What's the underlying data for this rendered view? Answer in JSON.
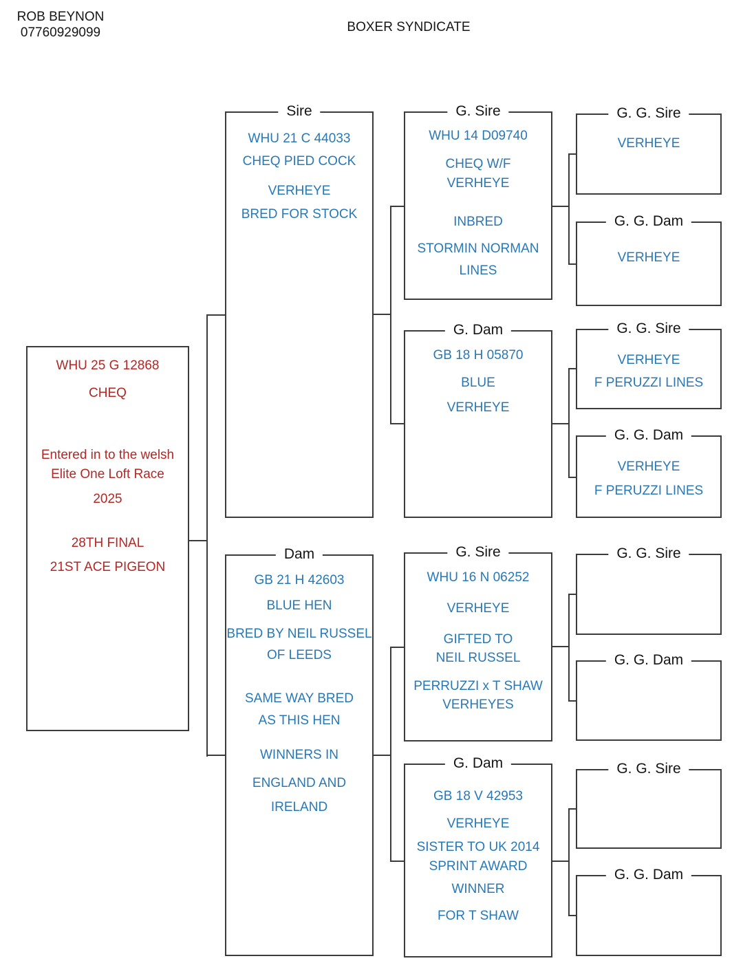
{
  "header": {
    "owner_name": "ROB BEYNON",
    "owner_phone": "07760929099",
    "page_title": "BOXER SYNDICATE"
  },
  "colors": {
    "blue_text": "#2878B8",
    "red_text": "#B32724",
    "line": "#3B3B3B"
  },
  "pedigree": {
    "subject": {
      "lines": [
        "WHU 25 G 12868",
        "CHEQ",
        "Entered in to the welsh",
        "Elite One Loft Race",
        "2025",
        "28TH FINAL",
        "21ST ACE PIGEON"
      ]
    },
    "sire": {
      "title": "Sire",
      "lines": [
        "WHU 21 C 44033",
        "CHEQ PIED COCK",
        "VERHEYE",
        "BRED FOR STOCK"
      ]
    },
    "dam": {
      "title": "Dam",
      "lines": [
        "GB 21 H 42603",
        "BLUE HEN",
        "BRED BY NEIL RUSSEL",
        "OF LEEDS",
        "SAME WAY BRED",
        "AS THIS HEN",
        "WINNERS IN",
        "ENGLAND AND",
        "IRELAND"
      ]
    },
    "g_sire_1": {
      "title": "G. Sire",
      "lines": [
        "WHU 14 D09740",
        "CHEQ  W/F",
        "VERHEYE",
        "INBRED",
        "STORMIN NORMAN",
        "LINES"
      ]
    },
    "g_dam_1": {
      "title": "G. Dam",
      "lines": [
        "GB 18 H 05870",
        "BLUE",
        "VERHEYE"
      ]
    },
    "g_sire_2": {
      "title": "G. Sire",
      "lines": [
        "WHU 16 N 06252",
        "VERHEYE",
        "GIFTED TO",
        "NEIL RUSSEL",
        "PERRUZZI x T SHAW",
        "VERHEYES"
      ]
    },
    "g_dam_2": {
      "title": "G. Dam",
      "lines": [
        "GB 18 V 42953",
        "VERHEYE",
        "SISTER TO UK 2014",
        "SPRINT AWARD",
        "WINNER",
        "FOR T SHAW"
      ]
    },
    "gg_sire_1": {
      "title": "G. G. Sire",
      "lines": [
        "VERHEYE"
      ]
    },
    "gg_dam_1": {
      "title": "G. G. Dam",
      "lines": [
        "VERHEYE"
      ]
    },
    "gg_sire_2": {
      "title": "G. G. Sire",
      "lines": [
        "VERHEYE",
        "F PERUZZI LINES"
      ]
    },
    "gg_dam_2": {
      "title": "G. G. Dam",
      "lines": [
        "VERHEYE",
        "F PERUZZI LINES"
      ]
    },
    "gg_sire_3": {
      "title": "G. G. Sire",
      "lines": []
    },
    "gg_dam_3": {
      "title": "G. G. Dam",
      "lines": []
    },
    "gg_sire_4": {
      "title": "G. G. Sire",
      "lines": []
    },
    "gg_dam_4": {
      "title": "G. G. Dam",
      "lines": []
    }
  }
}
